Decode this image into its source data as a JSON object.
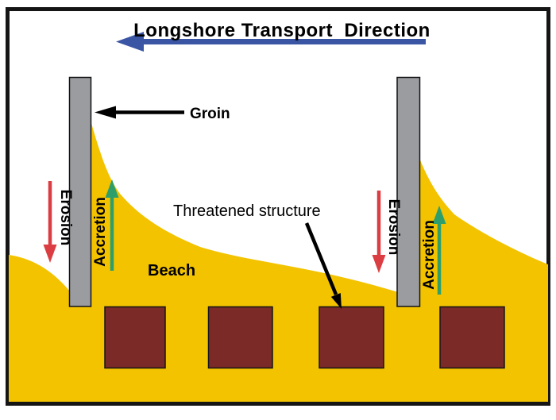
{
  "diagram": {
    "title": "Longshore Transport  Direction",
    "groin_label": "Groin",
    "beach_label": "Beach",
    "threatened_label": "Threatened structure",
    "erosion_label": "Erosion",
    "accretion_label": "Accretion",
    "colors": {
      "sand": "#F3C300",
      "structure": "#7B2A27",
      "groin": "#9A9CA0",
      "transport_arrow": "#3A55A4",
      "erosion_arrow": "#DB3E42",
      "accretion_arrow": "#2E9F6B",
      "outline": "#151515",
      "text": "#000000"
    }
  }
}
